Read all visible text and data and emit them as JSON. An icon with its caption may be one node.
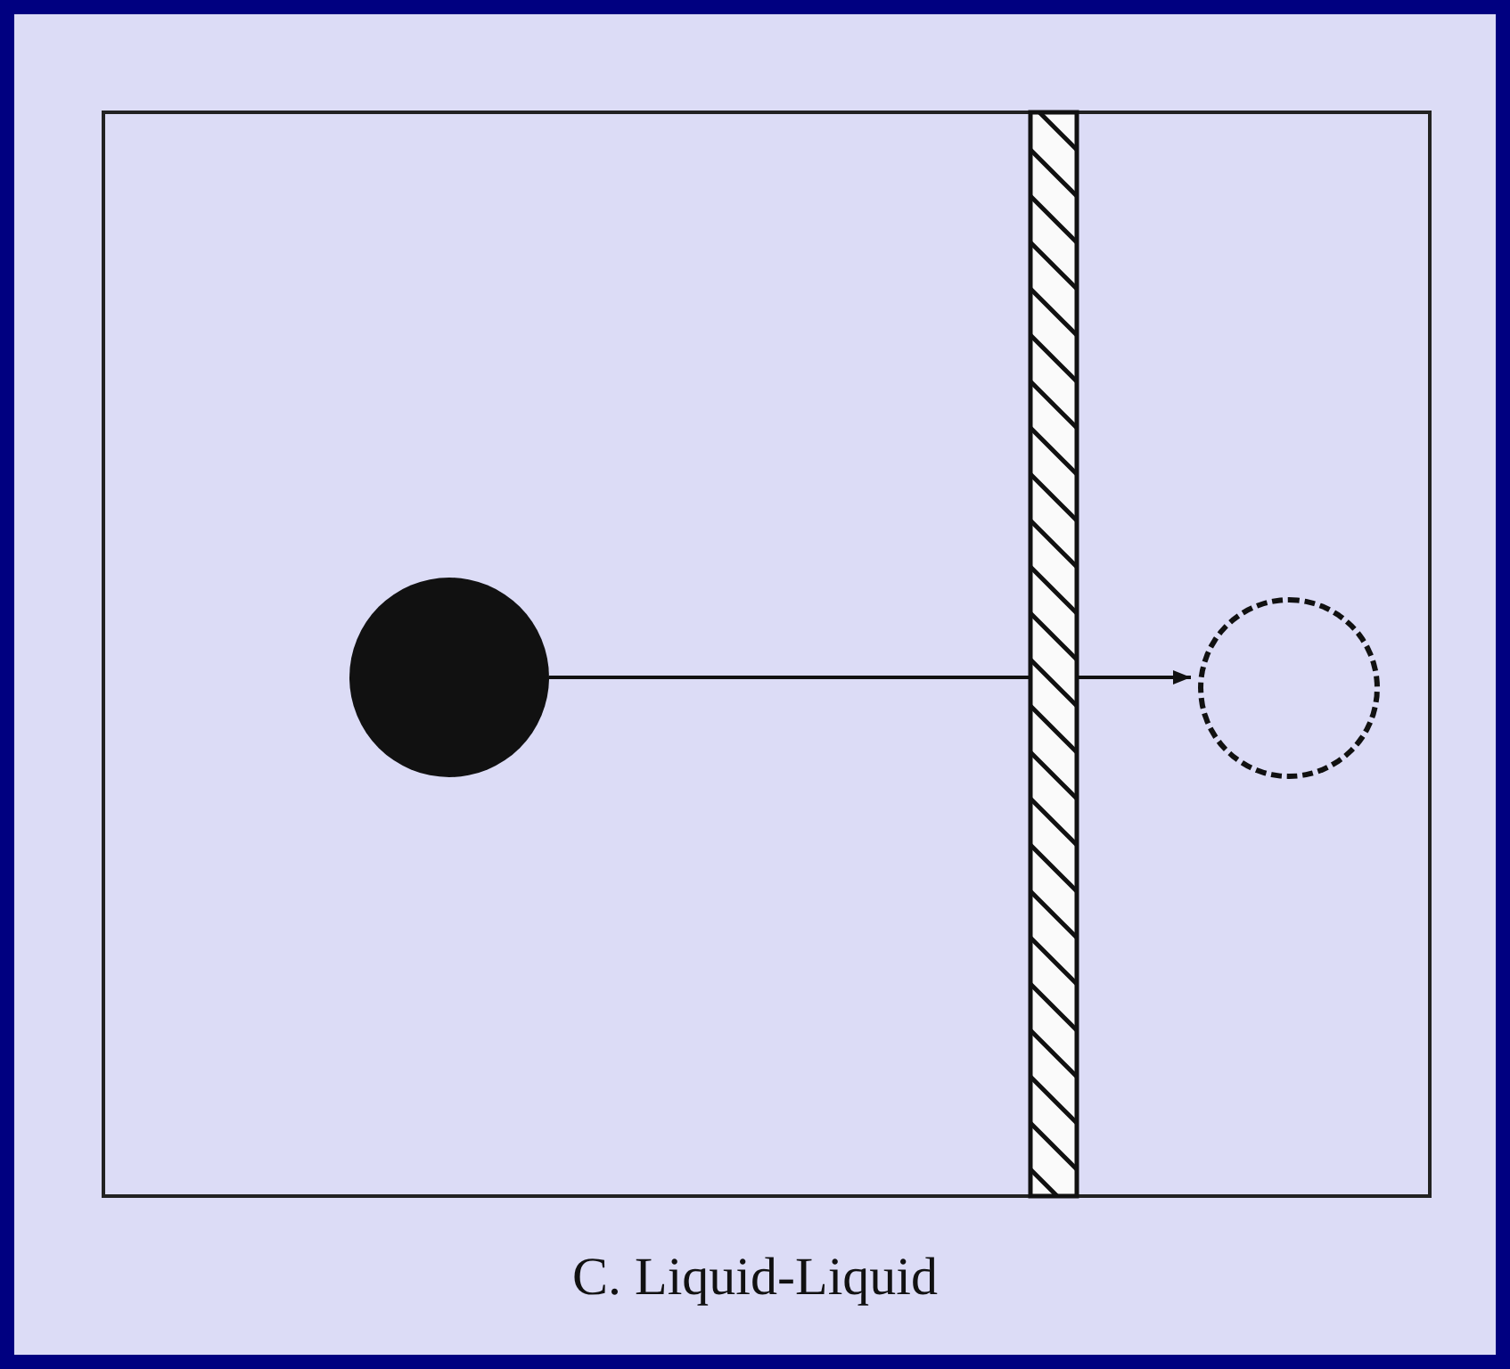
{
  "diagram": {
    "caption": "C. Liquid-Liquid",
    "nodes": [
      {
        "text": [],
        "shape": "box"
      },
      {
        "text": [],
        "shape": "circle",
        "in": 0
      },
      {
        "text": [],
        "shape": "circle",
        "in": 0
      }
    ],
    "edges": [
      {
        "from": 1,
        "to": 2,
        "arrow": "to"
      }
    ]
  }
}
